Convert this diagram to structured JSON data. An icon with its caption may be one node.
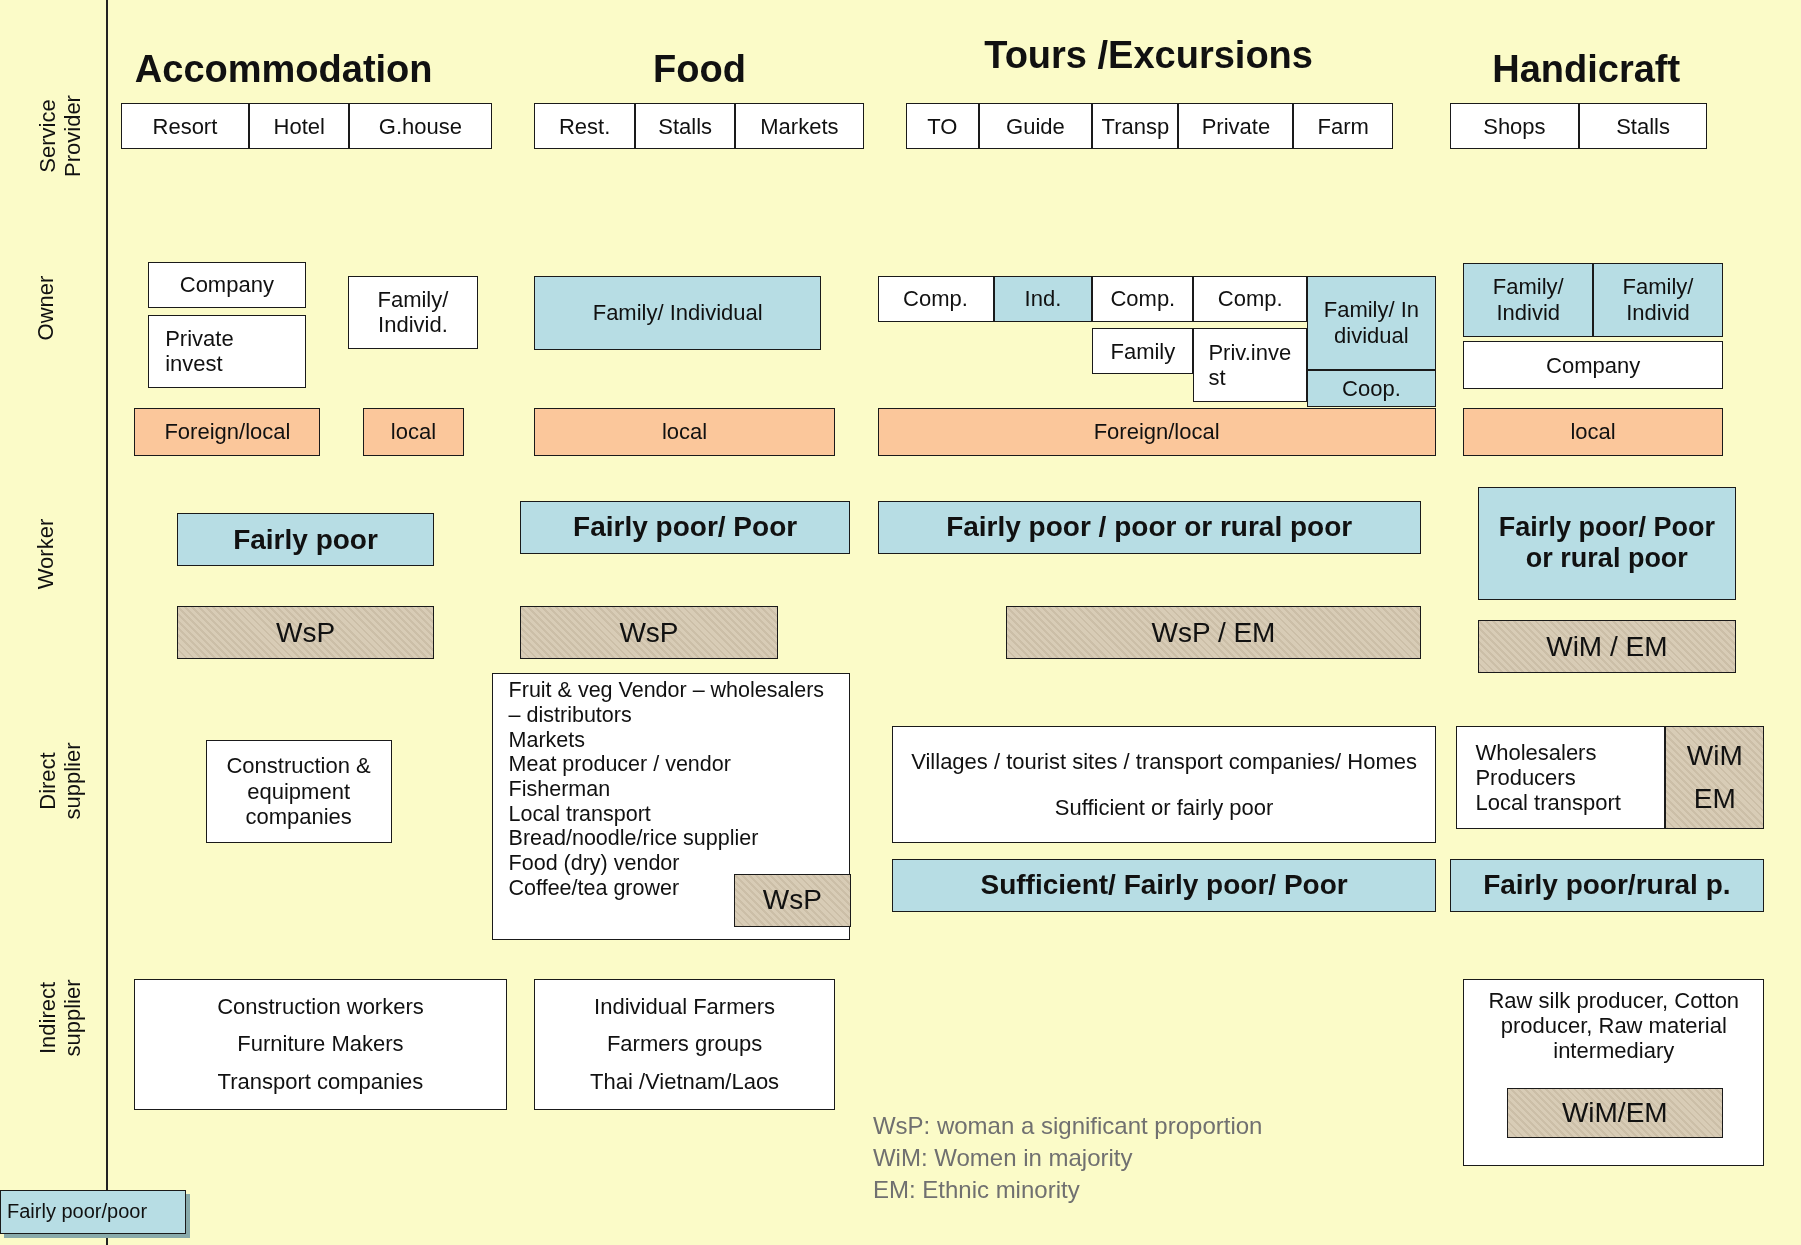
{
  "diagram": {
    "nodes": [
      {
        "text": [
          "Resort"
        ]
      },
      {
        "text": [
          "Hotel"
        ]
      },
      {
        "text": [
          "G.house"
        ]
      },
      {
        "text": [
          "Rest."
        ]
      },
      {
        "text": [
          "Stalls"
        ]
      },
      {
        "text": [
          "Markets"
        ]
      },
      {
        "text": [
          "TO"
        ]
      },
      {
        "text": [
          "Guide"
        ]
      },
      {
        "text": [
          "Transp"
        ]
      },
      {
        "text": [
          "Private"
        ]
      },
      {
        "text": [
          "Farm"
        ]
      },
      {
        "text": [
          "Shops"
        ]
      },
      {
        "text": [
          "Stalls"
        ]
      },
      {
        "text": [
          "Company"
        ]
      },
      {
        "text": [
          "Private invest"
        ]
      },
      {
        "text": [
          "Family/ Individ."
        ]
      },
      {
        "text": [
          "Family/ Individual"
        ]
      },
      {
        "text": [
          "Comp."
        ]
      },
      {
        "text": [
          "Ind."
        ]
      },
      {
        "text": [
          "Comp."
        ]
      },
      {
        "text": [
          "Comp."
        ]
      },
      {
        "text": [
          "Family/ Individual"
        ]
      },
      {
        "text": [
          "Family"
        ]
      },
      {
        "text": [
          "Priv.invest"
        ]
      },
      {
        "text": [
          "Coop."
        ]
      },
      {
        "text": [
          "Family/ Individ"
        ]
      },
      {
        "text": [
          "Family/ Individ"
        ]
      },
      {
        "text": [
          "Company"
        ]
      },
      {
        "text": [
          "Foreign/local"
        ]
      },
      {
        "text": [
          "local"
        ]
      },
      {
        "text": [
          "local"
        ]
      },
      {
        "text": [
          "Foreign/local"
        ]
      },
      {
        "text": [
          "local"
        ]
      },
      {
        "text": [
          "Fairly poor"
        ]
      },
      {
        "text": [
          "Fairly poor/ Poor"
        ]
      },
      {
        "text": [
          "Fairly poor / poor or rural poor"
        ]
      },
      {
        "text": [
          "Fairly poor/ Poor or rural poor"
        ]
      },
      {
        "text": [
          "WsP"
        ]
      },
      {
        "text": [
          "WsP"
        ]
      },
      {
        "text": [
          "WsP / EM"
        ]
      },
      {
        "text": [
          "WiM / EM"
        ]
      },
      {
        "text": [
          "Construction & equipment companies"
        ]
      },
      {
        "text": [
          "Fruit & veg Vendor – wholesalers – distributors",
          "Markets",
          "Meat producer / vendor",
          "Fisherman",
          "Local transport",
          "Bread/noodle/rice supplier",
          "Food (dry) vendor",
          "Coffee/tea grower"
        ]
      },
      {
        "text": [
          "WsP"
        ],
        "in": 42
      },
      {
        "text": [
          "Villages / tourist sites / transport companies/ Homes",
          "Sufficient or fairly poor"
        ]
      },
      {
        "text": [
          "Wholesalers",
          "Producers",
          "Local transport"
        ]
      },
      {
        "text": [
          "WiM",
          "EM"
        ]
      },
      {
        "text": [
          "Sufficient/ Fairly poor/ Poor"
        ]
      },
      {
        "text": [
          "Fairly poor/rural p."
        ]
      },
      {
        "text": [
          "Construction workers",
          "Furniture Makers",
          "Transport companies"
        ]
      },
      {
        "text": [
          "Individual Farmers",
          "Farmers groups",
          "Thai /Vietnam/Laos"
        ]
      },
      {
        "text": [
          "Raw silk producer, Cotton producer, Raw material intermediary"
        ]
      },
      {
        "text": [
          "WiM/EM"
        ],
        "in": 51
      },
      {
        "text": [
          "Fairly poor/poor"
        ]
      }
    ],
    "labels": [
      "Service Provider",
      "Owner",
      "Worker",
      "Direct supplier",
      "Indirect supplier",
      "Accommodation",
      "Food",
      "Tours /Excursions",
      "Handicraft",
      "WsP: woman a significant proportion",
      "WiM: Women in majority",
      "EM: Ethnic minority"
    ]
  }
}
